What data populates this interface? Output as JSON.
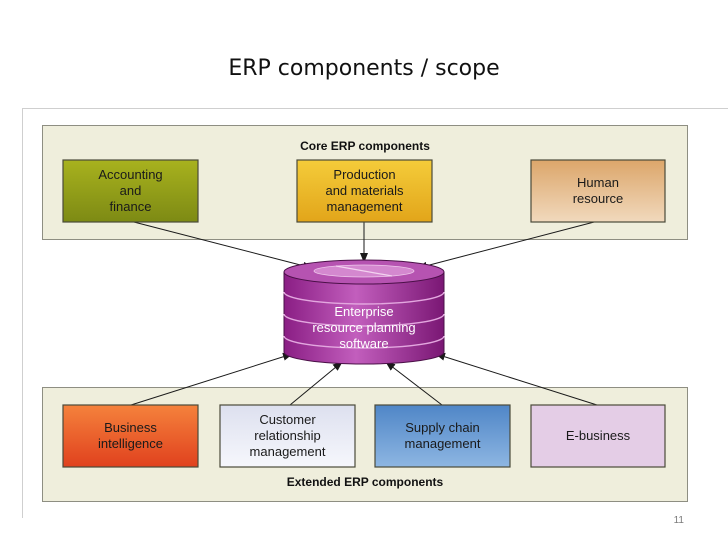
{
  "title": "ERP components / scope",
  "core": {
    "label": "Core ERP components",
    "items": [
      {
        "label": "Accounting\nand\nfinance"
      },
      {
        "label": "Production\nand materials\nmanagement"
      },
      {
        "label": "Human\nresource"
      }
    ]
  },
  "center": {
    "label": "Enterprise\nresource planning\nsoftware"
  },
  "extended": {
    "label": "Extended ERP components",
    "items": [
      {
        "label": "Business\nintelligence"
      },
      {
        "label": "Customer\nrelationship\nmanagement"
      },
      {
        "label": "Supply chain\nmanagement"
      },
      {
        "label": "E-business"
      }
    ]
  },
  "page_number": "11"
}
